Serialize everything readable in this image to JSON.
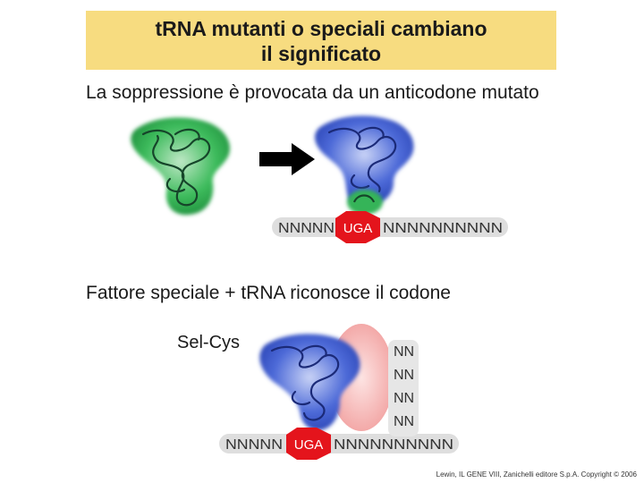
{
  "title": {
    "line1": "tRNA mutanti o speciali cambiano",
    "line2": "il significato"
  },
  "section1": {
    "heading": "La soppressione è provocata da un anticodone mutato",
    "mrna_left": "NNNNN",
    "codon": "UGA",
    "mrna_right": "NNNNNNNNNN"
  },
  "section2": {
    "heading": "Fattore speciale + tRNA riconosce il codone",
    "amino_acid_label": "Sel-Cys",
    "factor_stack": [
      "NN",
      "NN",
      "NN",
      "NN"
    ],
    "mrna_left": "NNNNN",
    "codon": "UGA",
    "mrna_right": "NNNNNNNNNN"
  },
  "credit": "Lewin, IL GENE VIII, Zanichelli editore S.p.A. Copyright © 2006",
  "colors": {
    "title_bg": "#f7dc80",
    "trna_green": "#2fb24f",
    "trna_blue": "#3f5fd0",
    "stop_red": "#e4141c",
    "factor_pink": "#f4a9a8",
    "mrna_bg": "#dedede"
  }
}
